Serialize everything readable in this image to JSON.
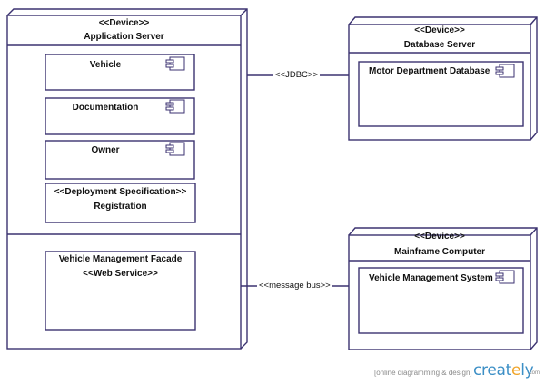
{
  "app_server": {
    "stereotype": "<<Device>>",
    "title": "Application Server",
    "components": [
      "Vehicle",
      "Documentation",
      "Owner"
    ],
    "deployment_spec": {
      "stereotype": "<<Deployment Specification>>",
      "name": "Registration"
    },
    "facade": {
      "name": "Vehicle Management Facade",
      "stereotype": "<<Web Service>>"
    }
  },
  "db_server": {
    "stereotype": "<<Device>>",
    "title": "Database Server",
    "component": "Motor Department Database"
  },
  "mainframe": {
    "stereotype": "<<Device>>",
    "title": "Mainframe Computer",
    "component": "Vehicle Management System"
  },
  "connectors": {
    "jdbc": "<<JDBC>>",
    "bus": "<<message bus>>"
  },
  "footer": {
    "tagline": "[online diagramming & design]",
    "brand_main": "creat",
    "brand_accent": "e",
    "brand_tail": "ly",
    "brand_suffix": ".com"
  },
  "colors": {
    "line": "#3b3270",
    "brand_blue": "#3c8fc6",
    "brand_orange": "#f0a52a"
  }
}
